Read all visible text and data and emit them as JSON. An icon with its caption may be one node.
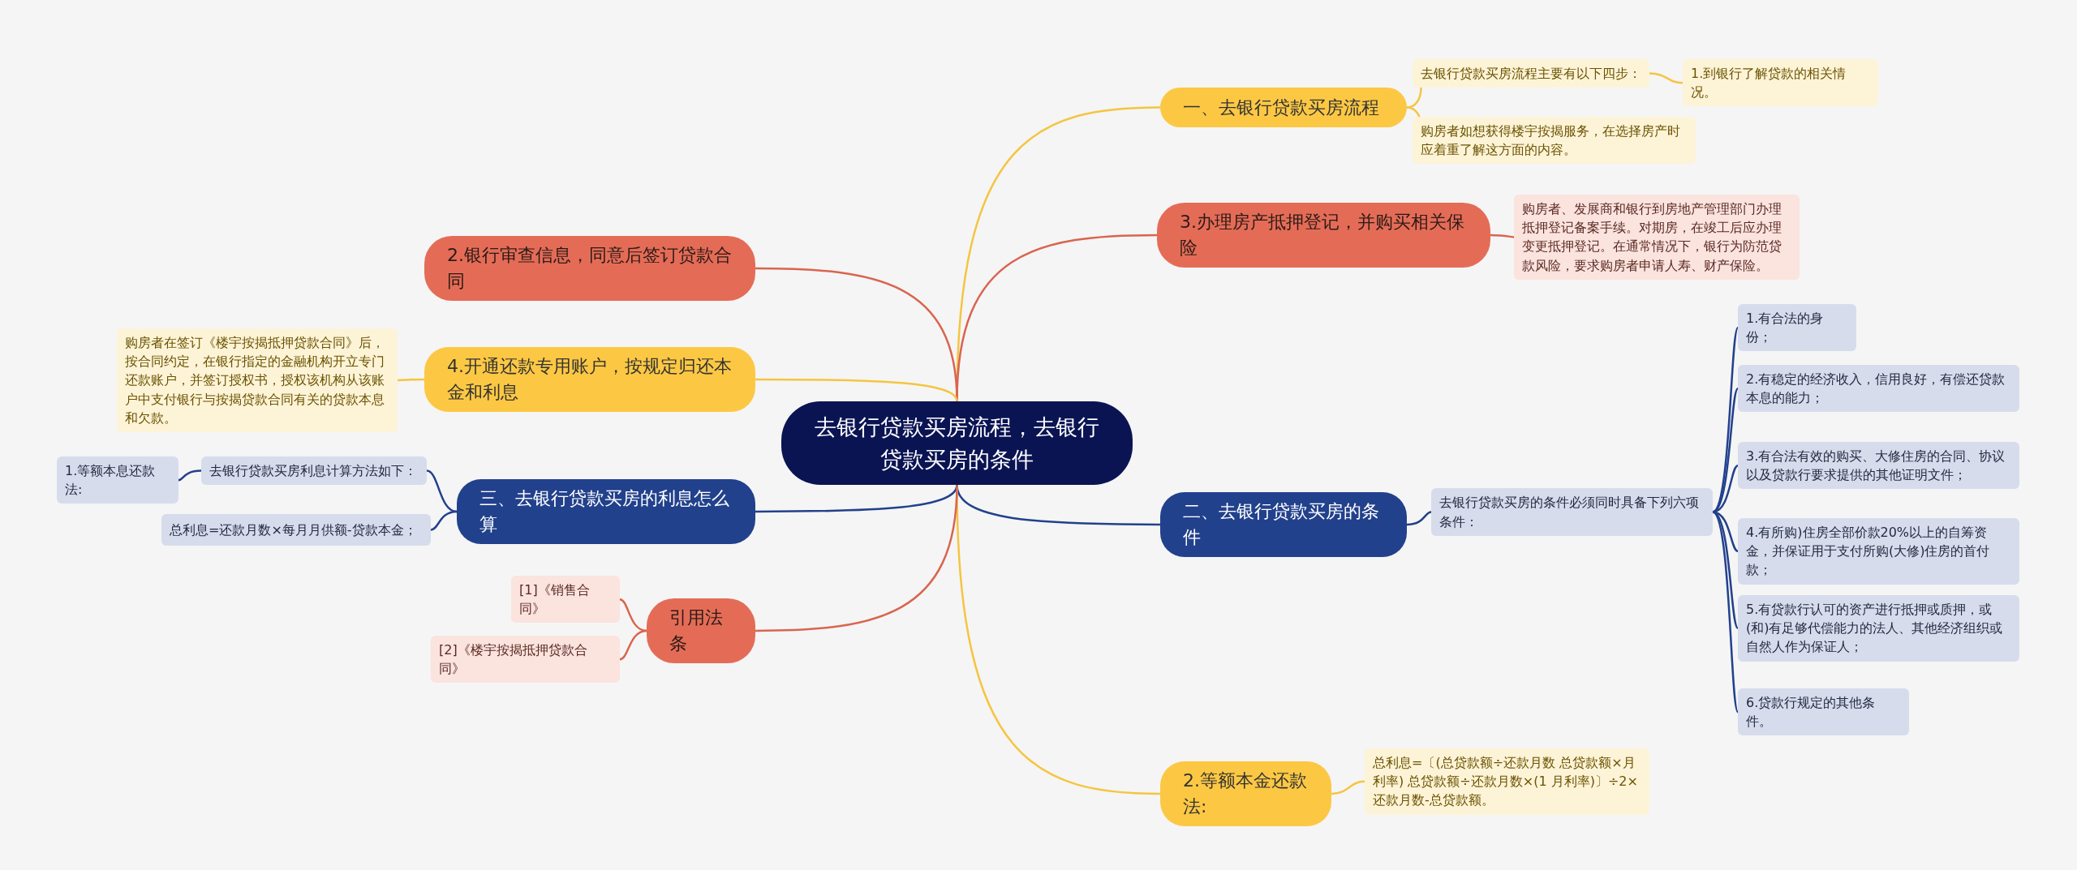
{
  "diagram": {
    "nodes": [
      {
        "text": [
          "去银行贷款买房流程，去银行贷款买房的条件"
        ]
      },
      {
        "text": [
          "一、去银行贷款买房流程"
        ]
      },
      {
        "text": [
          "去银行贷款买房流程主要有以下四步："
        ]
      },
      {
        "text": [
          "1.到银行了解贷款的相关情况。"
        ]
      },
      {
        "text": [
          "购房者如想获得楼宇按揭服务，在选择房产时应着重了解这方面的内容。"
        ]
      },
      {
        "text": [
          "3.办理房产抵押登记，并购买相关保险"
        ]
      },
      {
        "text": [
          "购房者、发展商和银行到房地产管理部门办理抵押登记备案手续。对期房，在竣工后应办理变更抵押登记。在通常情况下，银行为防范贷款风险，要求购房者申请人寿、财产保险。"
        ]
      },
      {
        "text": [
          "二、去银行贷款买房的条件"
        ]
      },
      {
        "text": [
          "去银行贷款买房的条件必须同时具备下列六项条件："
        ]
      },
      {
        "text": [
          "1.有合法的身份；"
        ]
      },
      {
        "text": [
          "2.有稳定的经济收入，信用良好，有偿还贷款本息的能力；"
        ]
      },
      {
        "text": [
          "3.有合法有效的购买、大修住房的合同、协议以及贷款行要求提供的其他证明文件；"
        ]
      },
      {
        "text": [
          "4.有所购)住房全部价款20%以上的自筹资金，并保证用于支付所购(大修)住房的首付款；"
        ]
      },
      {
        "text": [
          "5.有贷款行认可的资产进行抵押或质押，或(和)有足够代偿能力的法人、其他经济组织或自然人作为保证人；"
        ]
      },
      {
        "text": [
          "6.贷款行规定的其他条件。"
        ]
      },
      {
        "text": [
          "2.等额本金还款法:"
        ]
      },
      {
        "text": [
          "总利息=〔(总贷款额÷还款月数 总贷款额×月利率) 总贷款额÷还款月数×(1 月利率)〕÷2×还款月数-总贷款额。"
        ]
      },
      {
        "text": [
          "2.银行审查信息，同意后签订贷款合同"
        ]
      },
      {
        "text": [
          "4.开通还款专用账户，按规定归还本金和利息"
        ]
      },
      {
        "text": [
          "购房者在签订《楼宇按揭抵押贷款合同》后，按合同约定，在银行指定的金融机构开立专门还款账户，并签订授权书，授权该机构从该账户中支付银行与按揭贷款合同有关的贷款本息和欠款。"
        ]
      },
      {
        "text": [
          "三、去银行贷款买房的利息怎么算"
        ]
      },
      {
        "text": [
          "去银行贷款买房利息计算方法如下："
        ]
      },
      {
        "text": [
          "1.等额本息还款法:"
        ]
      },
      {
        "text": [
          "总利息=还款月数×每月月供额-贷款本金；"
        ]
      },
      {
        "text": [
          "引用法条"
        ]
      },
      {
        "text": [
          "[1]《销售合同》"
        ]
      },
      {
        "text": [
          "[2]《楼宇按揭抵押贷款合同》"
        ]
      }
    ],
    "edges": [
      {
        "from": 0,
        "to": 1,
        "arrow": "none",
        "color": "#f5c542"
      },
      {
        "from": 1,
        "to": 2,
        "arrow": "none",
        "color": "#f5c542"
      },
      {
        "from": 2,
        "to": 3,
        "arrow": "none",
        "color": "#f5c542"
      },
      {
        "from": 1,
        "to": 4,
        "arrow": "none",
        "color": "#f5c542"
      },
      {
        "from": 0,
        "to": 5,
        "arrow": "none",
        "color": "#d9654f"
      },
      {
        "from": 5,
        "to": 6,
        "arrow": "none",
        "color": "#d9654f"
      },
      {
        "from": 0,
        "to": 7,
        "arrow": "none"
      },
      {
        "from": 7,
        "to": 8,
        "arrow": "none"
      },
      {
        "from": 8,
        "to": 9,
        "arrow": "none"
      },
      {
        "from": 8,
        "to": 10,
        "arrow": "none"
      },
      {
        "from": 8,
        "to": 11,
        "arrow": "none"
      },
      {
        "from": 8,
        "to": 12,
        "arrow": "none"
      },
      {
        "from": 8,
        "to": 13,
        "arrow": "none"
      },
      {
        "from": 8,
        "to": 14,
        "arrow": "none"
      },
      {
        "from": 0,
        "to": 15,
        "arrow": "none",
        "color": "#f5c542"
      },
      {
        "from": 15,
        "to": 16,
        "arrow": "none",
        "color": "#f5c542"
      },
      {
        "from": 0,
        "to": 17,
        "arrow": "none",
        "color": "#d9654f"
      },
      {
        "from": 0,
        "to": 18,
        "arrow": "none",
        "color": "#f5c542"
      },
      {
        "from": 18,
        "to": 19,
        "arrow": "none",
        "color": "#f5c542"
      },
      {
        "from": 0,
        "to": 20,
        "arrow": "none"
      },
      {
        "from": 20,
        "to": 21,
        "arrow": "none"
      },
      {
        "from": 21,
        "to": 22,
        "arrow": "none"
      },
      {
        "from": 20,
        "to": 23,
        "arrow": "none"
      },
      {
        "from": 0,
        "to": 24,
        "arrow": "none",
        "color": "#d9654f"
      },
      {
        "from": 24,
        "to": 25,
        "arrow": "none",
        "color": "#d9654f"
      },
      {
        "from": 24,
        "to": 26,
        "arrow": "none",
        "color": "#d9654f"
      }
    ]
  }
}
